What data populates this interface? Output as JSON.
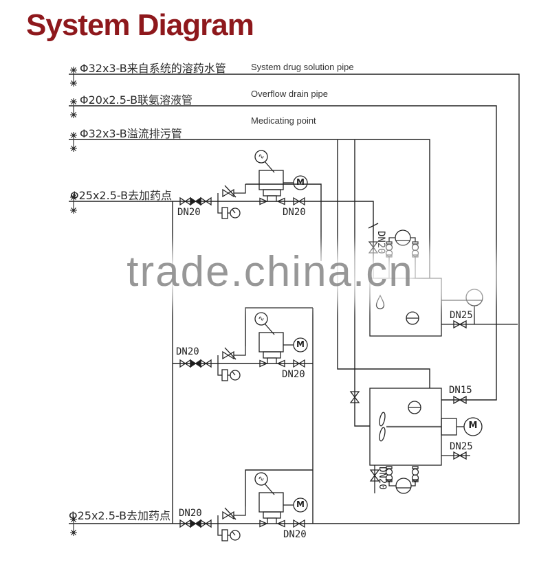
{
  "title": {
    "text": "System Diagram",
    "color": "#8e181c"
  },
  "watermark": {
    "text": "trade.china.cn"
  },
  "pipes": [
    {
      "cn": "Φ32x3-B来自系统的溶药水管",
      "en": "System drug solution pipe"
    },
    {
      "cn": "Φ20x2.5-B联氨溶液管",
      "en": "Overflow drain pipe"
    },
    {
      "cn": "Φ32x3-B溢流排污管",
      "en": "Medicating point"
    }
  ],
  "branch_labels": {
    "top": "Φ25x2.5-B去加药点",
    "bottom": "Φ25x2.5-B去加药点"
  },
  "size_labels": [
    {
      "text": "DN20"
    },
    {
      "text": "DN20"
    },
    {
      "text": "DN20"
    },
    {
      "text": "DN20"
    },
    {
      "text": "DN20"
    },
    {
      "text": "DN25"
    },
    {
      "text": "DN15"
    },
    {
      "text": "DN25"
    },
    {
      "text": "DN20"
    },
    {
      "text": "DN20"
    },
    {
      "text": "DN20"
    }
  ],
  "icons": {
    "motor": "M",
    "pump_tag": "∿",
    "anchor": "✳"
  },
  "line_color": "#222222"
}
